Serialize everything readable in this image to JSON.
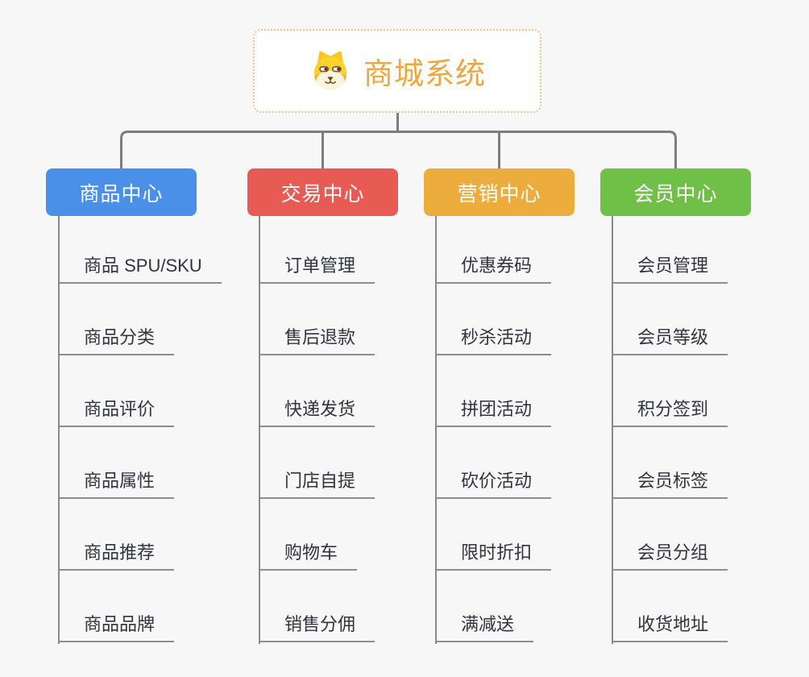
{
  "page": {
    "background_color": "#f7f7f7",
    "connector_color": "#7d7d7d"
  },
  "root": {
    "title": "商城系统",
    "icon": "shiba-dog-icon",
    "title_color": "#f0a63a",
    "border_color": "#f3c382",
    "background": "#ffffff"
  },
  "branches": [
    {
      "label": "商品中心",
      "color": "#4a90e8",
      "children": [
        "商品 SPU/SKU",
        "商品分类",
        "商品评价",
        "商品属性",
        "商品推荐",
        "商品品牌"
      ]
    },
    {
      "label": "交易中心",
      "color": "#e75b54",
      "children": [
        "订单管理",
        "售后退款",
        "快递发货",
        "门店自提",
        "购物车",
        "销售分佣"
      ]
    },
    {
      "label": "营销中心",
      "color": "#edad3d",
      "children": [
        "优惠券码",
        "秒杀活动",
        "拼团活动",
        "砍价活动",
        "限时折扣",
        "满减送"
      ]
    },
    {
      "label": "会员中心",
      "color": "#70bf47",
      "children": [
        "会员管理",
        "会员等级",
        "积分签到",
        "会员标签",
        "会员分组",
        "收货地址"
      ]
    }
  ]
}
